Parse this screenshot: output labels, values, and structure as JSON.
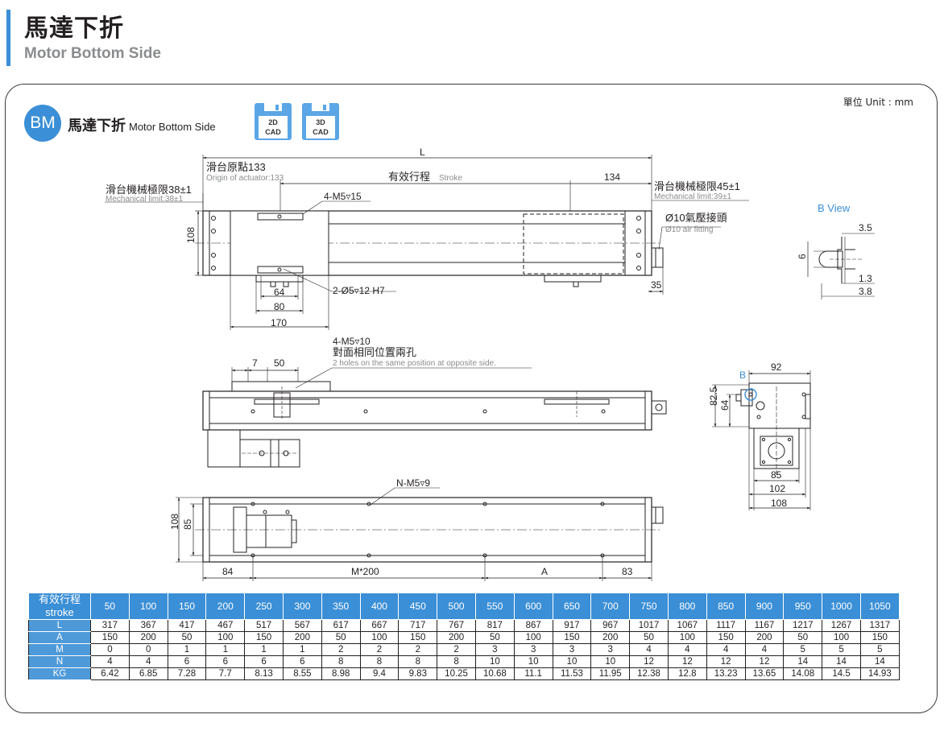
{
  "header": {
    "title": "馬達下折",
    "subtitle": "Motor Bottom Side"
  },
  "unit": "單位 Unit : mm",
  "section": {
    "badge": "BM",
    "title": "馬達下折",
    "title_en": "Motor Bottom Side"
  },
  "cad": [
    {
      "line1": "2D",
      "line2": "CAD"
    },
    {
      "line1": "3D",
      "line2": "CAD"
    }
  ],
  "top_view": {
    "L": "L",
    "origin_cn": "滑台原點133",
    "origin_en": "Origin of actuator:133",
    "stroke_cn": "有效行程",
    "stroke_en": "Stroke",
    "limit_left_cn": "滑台機械極限38±1",
    "limit_left_en": "Mechanical limit:38±1",
    "limit_right_cn": "滑台機械極限45±1",
    "limit_right_en": "Mechanical limit:39±1",
    "dim_134": "134",
    "tap_top": "4-M5▿15",
    "dim_108": "108",
    "air_cn": "Ø10氣壓接頭",
    "air_en": "Ø10 air fitting",
    "dim_64": "64",
    "pin": "2-Ø5▿12 H7",
    "dim_80": "80",
    "dim_170": "170",
    "dim_35": "35"
  },
  "b_view": {
    "title": "B View",
    "d35": "3.5",
    "d6": "6",
    "d13": "1.3",
    "d38": "3.8"
  },
  "side_view": {
    "tap_cn_line1": "4-M5▿10",
    "tap_cn_line2": "對面相同位置兩孔",
    "tap_en": "2 holes on the same position at opposite side.",
    "d7": "7",
    "d50": "50"
  },
  "end_view": {
    "B": "B",
    "d92": "92",
    "d825": "82.5",
    "d64": "64",
    "d85": "85",
    "d102": "102",
    "d108": "108"
  },
  "bottom_view": {
    "tap": "N-M5▿9",
    "d108": "108",
    "d85": "85",
    "d84": "84",
    "dM": "M*200",
    "dA": "A",
    "d83": "83"
  },
  "table": {
    "header_cn": "有效行程",
    "header_en": "stroke",
    "strokes": [
      "50",
      "100",
      "150",
      "200",
      "250",
      "300",
      "350",
      "400",
      "450",
      "500",
      "550",
      "600",
      "650",
      "700",
      "750",
      "800",
      "850",
      "900",
      "950",
      "1000",
      "1050"
    ],
    "rows": [
      {
        "label": "L",
        "values": [
          "317",
          "367",
          "417",
          "467",
          "517",
          "567",
          "617",
          "667",
          "717",
          "767",
          "817",
          "867",
          "917",
          "967",
          "1017",
          "1067",
          "1117",
          "1167",
          "1217",
          "1267",
          "1317"
        ]
      },
      {
        "label": "A",
        "values": [
          "150",
          "200",
          "50",
          "100",
          "150",
          "200",
          "50",
          "100",
          "150",
          "200",
          "50",
          "100",
          "150",
          "200",
          "50",
          "100",
          "150",
          "200",
          "50",
          "100",
          "150"
        ]
      },
      {
        "label": "M",
        "values": [
          "0",
          "0",
          "1",
          "1",
          "1",
          "1",
          "2",
          "2",
          "2",
          "2",
          "3",
          "3",
          "3",
          "3",
          "4",
          "4",
          "4",
          "4",
          "5",
          "5",
          "5"
        ]
      },
      {
        "label": "N",
        "values": [
          "4",
          "4",
          "6",
          "6",
          "6",
          "6",
          "8",
          "8",
          "8",
          "8",
          "10",
          "10",
          "10",
          "10",
          "12",
          "12",
          "12",
          "12",
          "14",
          "14",
          "14"
        ]
      },
      {
        "label": "KG",
        "values": [
          "6.42",
          "6.85",
          "7.28",
          "7.7",
          "8.13",
          "8.55",
          "8.98",
          "9.4",
          "9.83",
          "10.25",
          "10.68",
          "11.1",
          "11.53",
          "11.95",
          "12.38",
          "12.8",
          "13.23",
          "13.65",
          "14.08",
          "14.5",
          "14.93"
        ]
      }
    ]
  }
}
